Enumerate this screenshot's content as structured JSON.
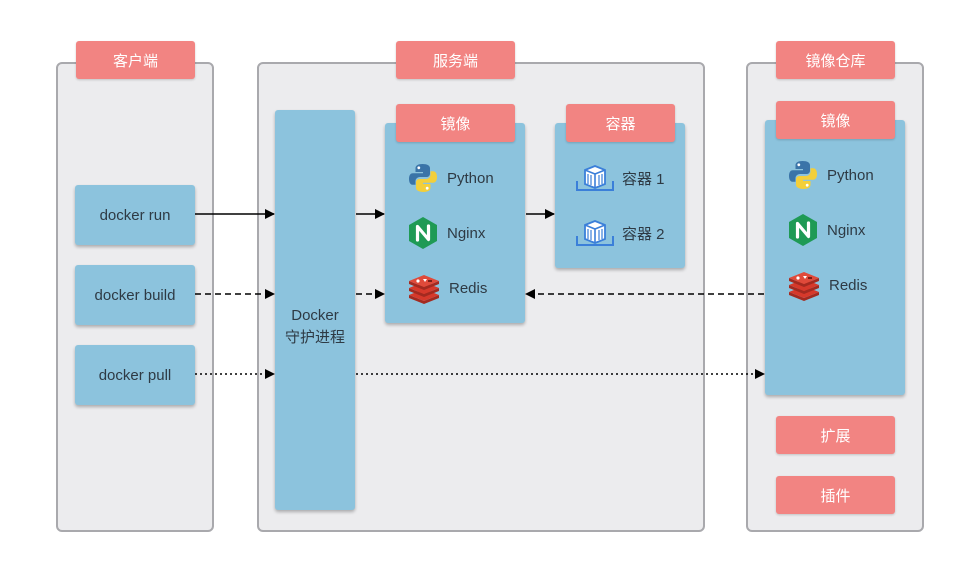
{
  "sections": {
    "client": "客户端",
    "server": "服务端",
    "registry": "镜像仓库"
  },
  "client": {
    "commands": [
      "docker run",
      "docker build",
      "docker pull"
    ]
  },
  "server": {
    "daemon_line1": "Docker",
    "daemon_line2": "守护进程",
    "images_title": "镜像",
    "images": [
      "Python",
      "Nginx",
      "Redis"
    ],
    "containers_title": "容器",
    "containers": [
      "容器 1",
      "容器 2"
    ]
  },
  "registry": {
    "images_title": "镜像",
    "images": [
      "Python",
      "Nginx",
      "Redis"
    ],
    "extensions": "扩展",
    "plugins": "插件"
  },
  "icons": [
    "python-icon",
    "nginx-icon",
    "redis-icon",
    "container-icon"
  ],
  "colors": {
    "panel_bg": "#ececee",
    "panel_border": "#a9a9ad",
    "tag": "#f28482",
    "box": "#8cc3dd",
    "nginx": "#1f9a55",
    "redis": "#d6392b",
    "container": "#3b7fd9",
    "python_blue": "#3a74a8",
    "python_yellow": "#f3cf3a"
  }
}
